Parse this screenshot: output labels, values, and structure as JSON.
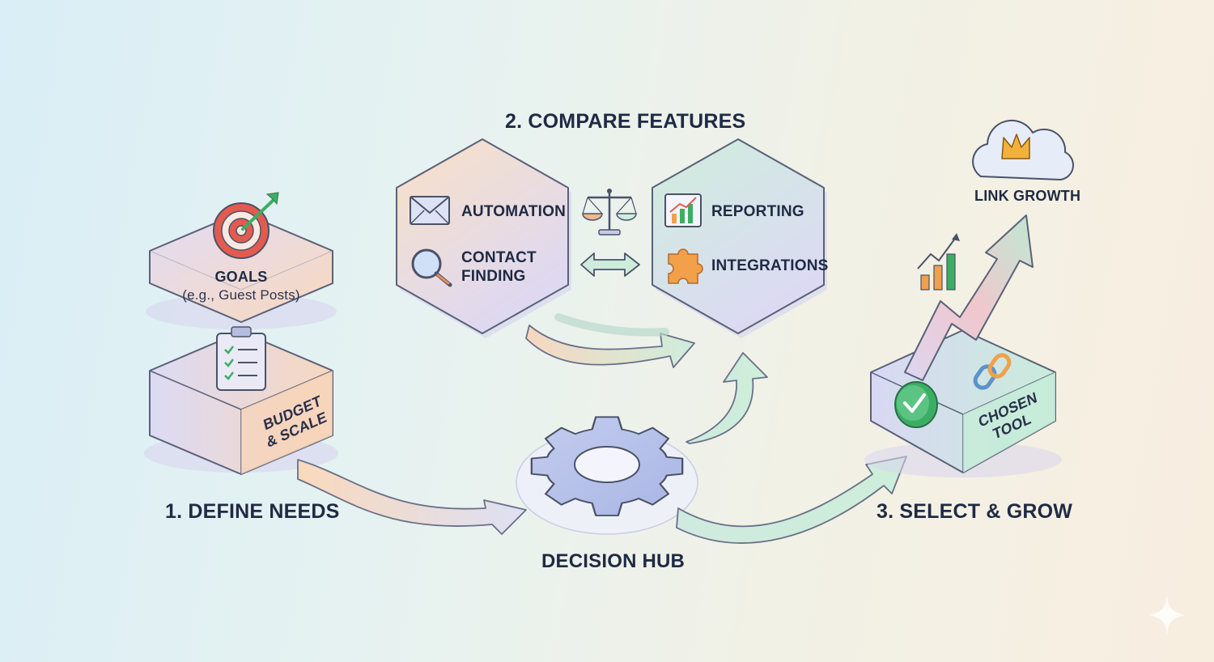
{
  "stages": {
    "define": "1. DEFINE NEEDS",
    "compare": "2. COMPARE FEATURES",
    "select": "3. SELECT & GROW"
  },
  "define_needs": {
    "goals_title": "GOALS",
    "goals_example": "(e.g., Guest Posts)",
    "budget_line1": "BUDGET",
    "budget_line2": "& SCALE"
  },
  "compare_features": {
    "left": [
      "AUTOMATION",
      "CONTACT",
      "FINDING"
    ],
    "right": [
      "REPORTING",
      "INTEGRATIONS"
    ]
  },
  "hub": {
    "label": "DECISION HUB"
  },
  "select_grow": {
    "link_growth": "LINK GROWTH",
    "chosen_line1": "CHOSEN",
    "chosen_line2": "TOOL"
  },
  "colors": {
    "text": "#1f2a44",
    "outline": "#4a5268",
    "peach": "#f9d7b8",
    "lavender": "#d9d9f3",
    "mint": "#cfeedd",
    "accent_red": "#e35b4f",
    "accent_green": "#3cae64",
    "accent_orange": "#f2a04a"
  },
  "icons": [
    "target-icon",
    "clipboard-checklist-icon",
    "envelope-icon",
    "magnifier-icon",
    "scale-icon",
    "double-arrow-icon",
    "chart-icon",
    "puzzle-icon",
    "gear-icon",
    "cloud-crown-icon",
    "bar-chart-icon",
    "check-badge-icon",
    "chain-link-icon"
  ]
}
